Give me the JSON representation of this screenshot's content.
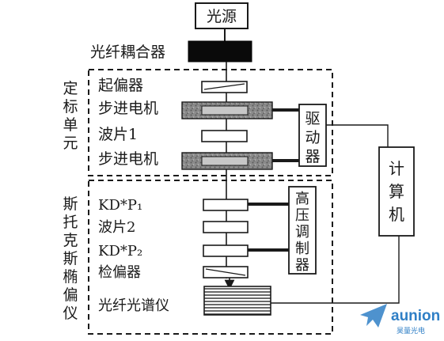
{
  "diagram": {
    "light_source": "光源",
    "fiber_coupler": "光纤耦合器",
    "calibration_unit": {
      "title": [
        "定",
        "标",
        "单",
        "元"
      ],
      "items": {
        "polarizer": "起偏器",
        "stepper_motor_1": "步进电机",
        "waveplate_1": "波片1",
        "stepper_motor_2": "步进电机"
      },
      "driver": [
        "驱",
        "动",
        "器"
      ]
    },
    "stokes_ellipsometer": {
      "title": [
        "斯",
        "托",
        "克",
        "斯",
        "椭",
        "偏",
        "仪"
      ],
      "items": {
        "kdp_1": "KD*P₁",
        "waveplate_2": "波片2",
        "kdp_2": "KD*P₂",
        "analyzer": "检偏器",
        "fiber_spectrometer": "光纤光谱仪"
      },
      "hv_modulator": [
        "高",
        "压",
        "调",
        "制",
        "器"
      ]
    },
    "computer": [
      "计",
      "算",
      "机"
    ]
  },
  "watermark": {
    "brand": "aunion",
    "subtitle": "昊量光电",
    "color": "#2f7fc6"
  }
}
